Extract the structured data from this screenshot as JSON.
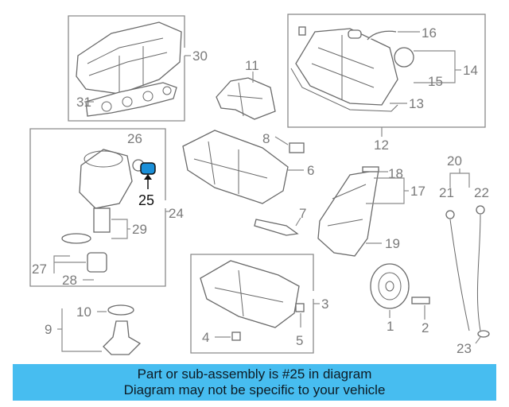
{
  "diagram": {
    "callouts": {
      "c1": "1",
      "c2": "2",
      "c3": "3",
      "c4": "4",
      "c5": "5",
      "c6": "6",
      "c7": "7",
      "c8": "8",
      "c9": "9",
      "c10": "10",
      "c11": "11",
      "c12": "12",
      "c13": "13",
      "c14": "14",
      "c15": "15",
      "c16": "16",
      "c17": "17",
      "c18": "18",
      "c19": "19",
      "c20": "20",
      "c21": "21",
      "c22": "22",
      "c23": "23",
      "c24": "24",
      "c25": "25",
      "c26": "26",
      "c27": "27",
      "c28": "28",
      "c29": "29",
      "c30": "30",
      "c31": "31"
    },
    "highlight_color": "#1a8fd8"
  },
  "banner": {
    "line1": "Part or sub-assembly is #25 in diagram",
    "line2": "Diagram may not be specific to your vehicle",
    "color": "#47bdf0"
  }
}
